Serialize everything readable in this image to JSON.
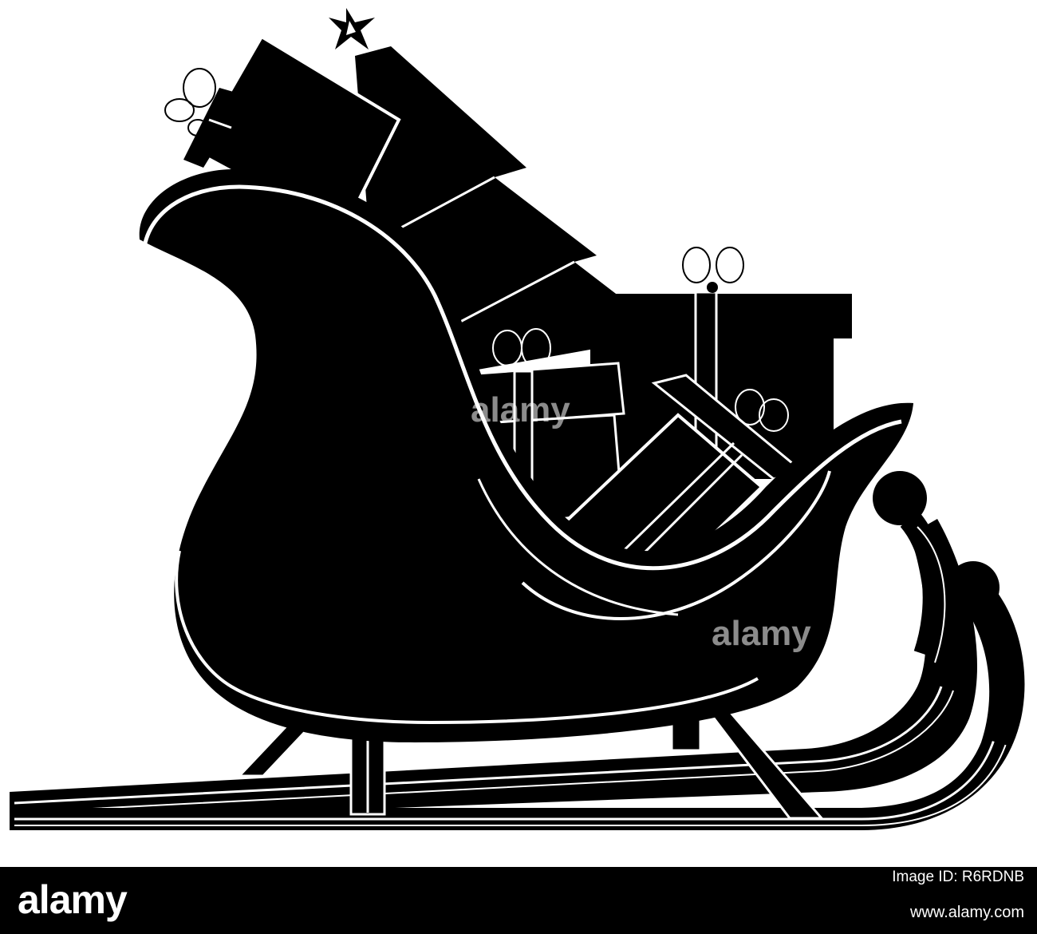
{
  "watermark": {
    "text": "alamy",
    "center_text": "alamy"
  },
  "footer": {
    "logo": "alamy",
    "image_id_label": "Image ID: R6RDNB",
    "url": "www.alamy.com"
  },
  "colors": {
    "ink": "#000000",
    "background": "#ffffff",
    "outline": "#ffffff"
  }
}
